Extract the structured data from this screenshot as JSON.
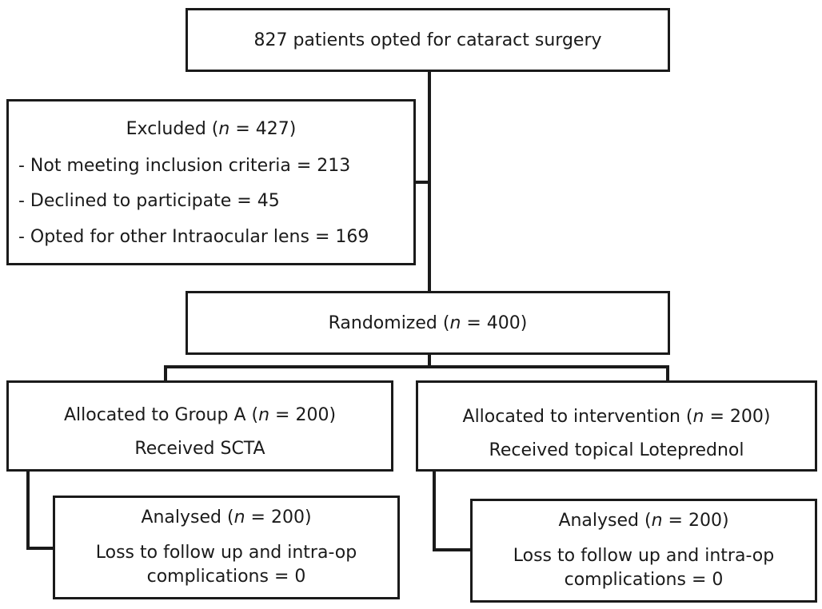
{
  "flow": {
    "enrollment": {
      "text": "827 patients opted for cataract surgery"
    },
    "excluded": {
      "label_prefix": "Excluded (",
      "n_symbol": "n",
      "label_suffix": " = 427)",
      "reasons": [
        "- Not meeting inclusion criteria = 213",
        "- Declined to participate = 45",
        "- Opted for other Intraocular lens = 169"
      ]
    },
    "randomized": {
      "label_prefix": "Randomized (",
      "n_symbol": "n",
      "label_suffix": " = 400)"
    },
    "group_a": {
      "allocation_prefix": "Allocated to Group A (",
      "n_symbol": "n",
      "allocation_suffix": " = 200)",
      "treatment": "Received SCTA",
      "analysed_prefix": "Analysed (",
      "analysed_suffix": " = 200)",
      "loss_line1": "Loss to follow up and intra-op",
      "loss_line2": "complications = 0"
    },
    "group_b": {
      "allocation_prefix": "Allocated to intervention (",
      "n_symbol": "n",
      "allocation_suffix": " = 200)",
      "treatment": "Received topical Loteprednol",
      "analysed_prefix": "Analysed (",
      "analysed_suffix": " = 200)",
      "loss_line1": "Loss to follow up and intra-op",
      "loss_line2": "complications = 0"
    }
  }
}
